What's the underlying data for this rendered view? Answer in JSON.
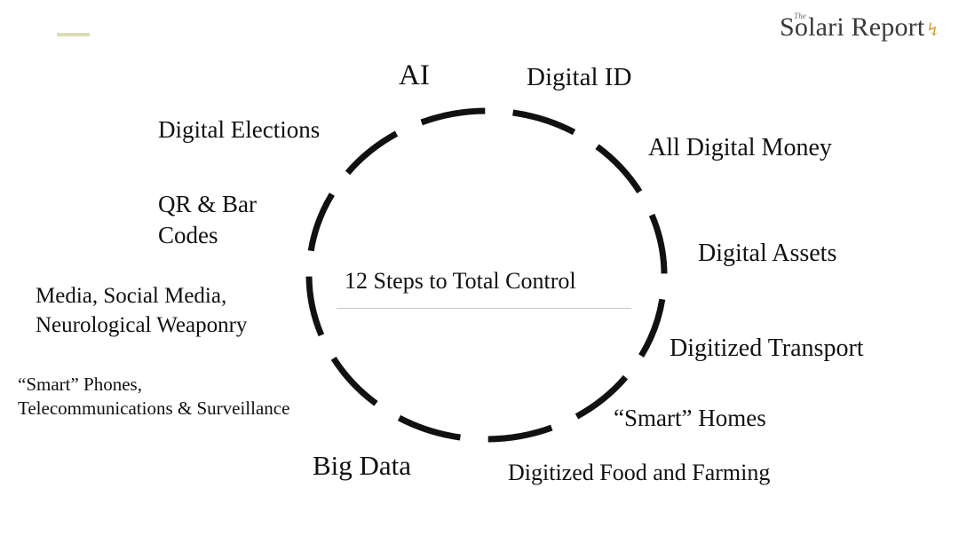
{
  "slide": {
    "center_title": "12 Steps to Total Control",
    "logo": {
      "text": "Solari Report",
      "small_text": "The"
    },
    "colors": {
      "accent": "#dcdcb4",
      "ring": "#111111",
      "logo_mark": "#d4a03a"
    },
    "steps": [
      {
        "label": "AI"
      },
      {
        "label": "Digital ID"
      },
      {
        "label": "All Digital Money"
      },
      {
        "label": "Digital Assets"
      },
      {
        "label": "Digitized Transport"
      },
      {
        "label": "“Smart” Homes"
      },
      {
        "label": "Digitized Food and Farming"
      },
      {
        "label": "Big Data"
      },
      {
        "label_lines": [
          "“Smart” Phones,",
          "Telecommunications & Surveillance"
        ]
      },
      {
        "label_lines": [
          "Media, Social Media,",
          "Neurological Weaponry"
        ]
      },
      {
        "label_lines": [
          "QR & Bar",
          "Codes"
        ]
      },
      {
        "label": "Digital Elections"
      }
    ]
  }
}
